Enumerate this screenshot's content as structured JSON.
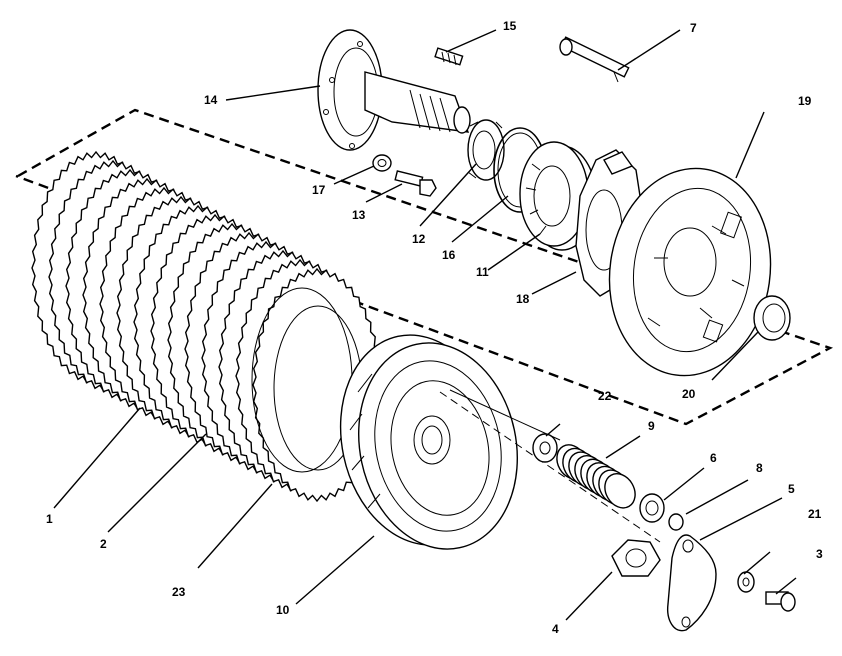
{
  "callouts": [
    {
      "label": "1"
    },
    {
      "label": "2"
    },
    {
      "label": "3"
    },
    {
      "label": "4"
    },
    {
      "label": "5"
    },
    {
      "label": "6"
    },
    {
      "label": "7"
    },
    {
      "label": "8"
    },
    {
      "label": "9"
    },
    {
      "label": "10"
    },
    {
      "label": "11"
    },
    {
      "label": "12"
    },
    {
      "label": "13"
    },
    {
      "label": "14"
    },
    {
      "label": "15"
    },
    {
      "label": "16"
    },
    {
      "label": "17"
    },
    {
      "label": "18"
    },
    {
      "label": "19"
    },
    {
      "label": "20"
    },
    {
      "label": "21"
    },
    {
      "label": "22"
    },
    {
      "label": "23"
    }
  ]
}
